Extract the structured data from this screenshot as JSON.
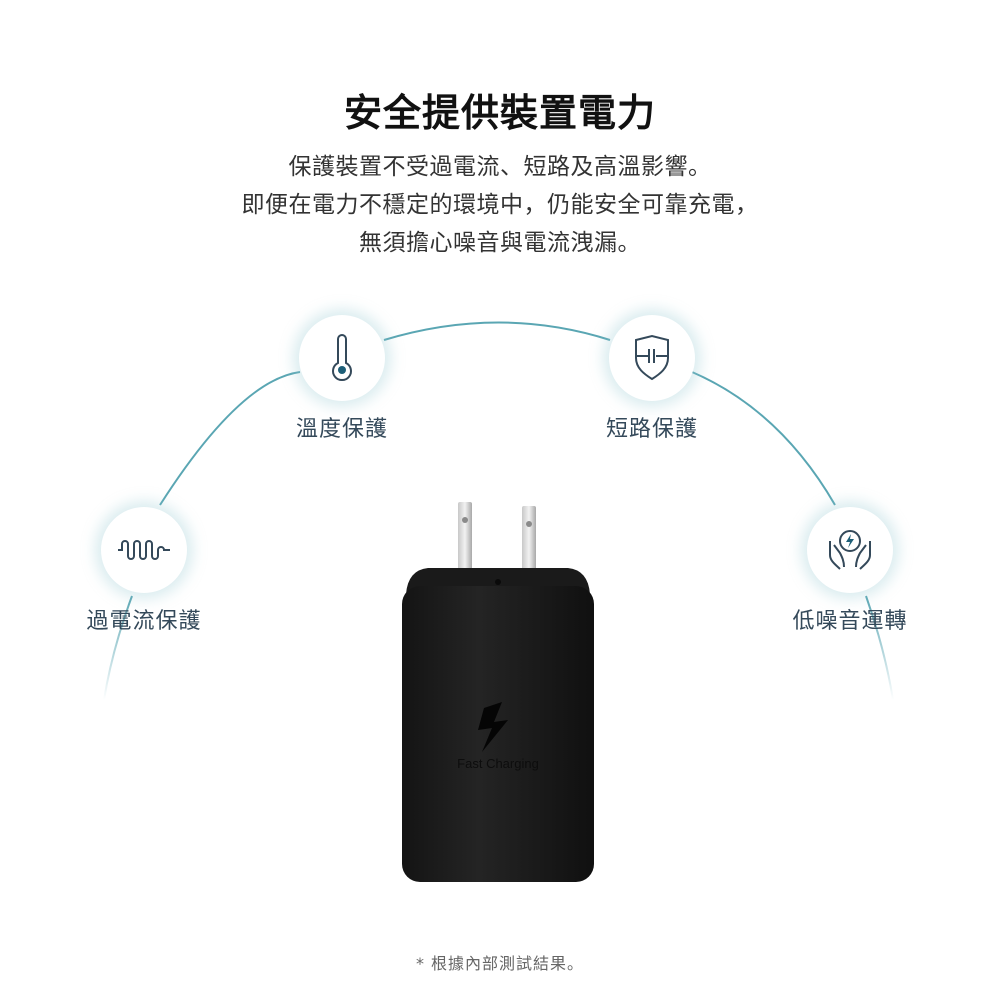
{
  "header": {
    "title": "安全提供裝置電力",
    "subtitle_lines": [
      "保護裝置不受過電流、短路及高溫影響。",
      "即便在電力不穩定的環境中，仍能安全可靠充電，",
      "無須擔心噪音與電流洩漏。"
    ]
  },
  "features": [
    {
      "label": "溫度保護",
      "icon": "thermometer-icon"
    },
    {
      "label": "短路保護",
      "icon": "shield-circuit-icon"
    },
    {
      "label": "過電流保護",
      "icon": "current-wave-icon"
    },
    {
      "label": "低噪音運轉",
      "icon": "hands-lightning-icon"
    }
  ],
  "product": {
    "name": "charger",
    "marking": "Fast Charging",
    "marking_icon": "lightning-bolt-icon"
  },
  "footnote": "* 根據內部測試結果。",
  "colors": {
    "arc": "#5aa6b3",
    "icon_stroke": "#34495a",
    "label": "#34495a",
    "charger_body": "#1c1c1c"
  }
}
